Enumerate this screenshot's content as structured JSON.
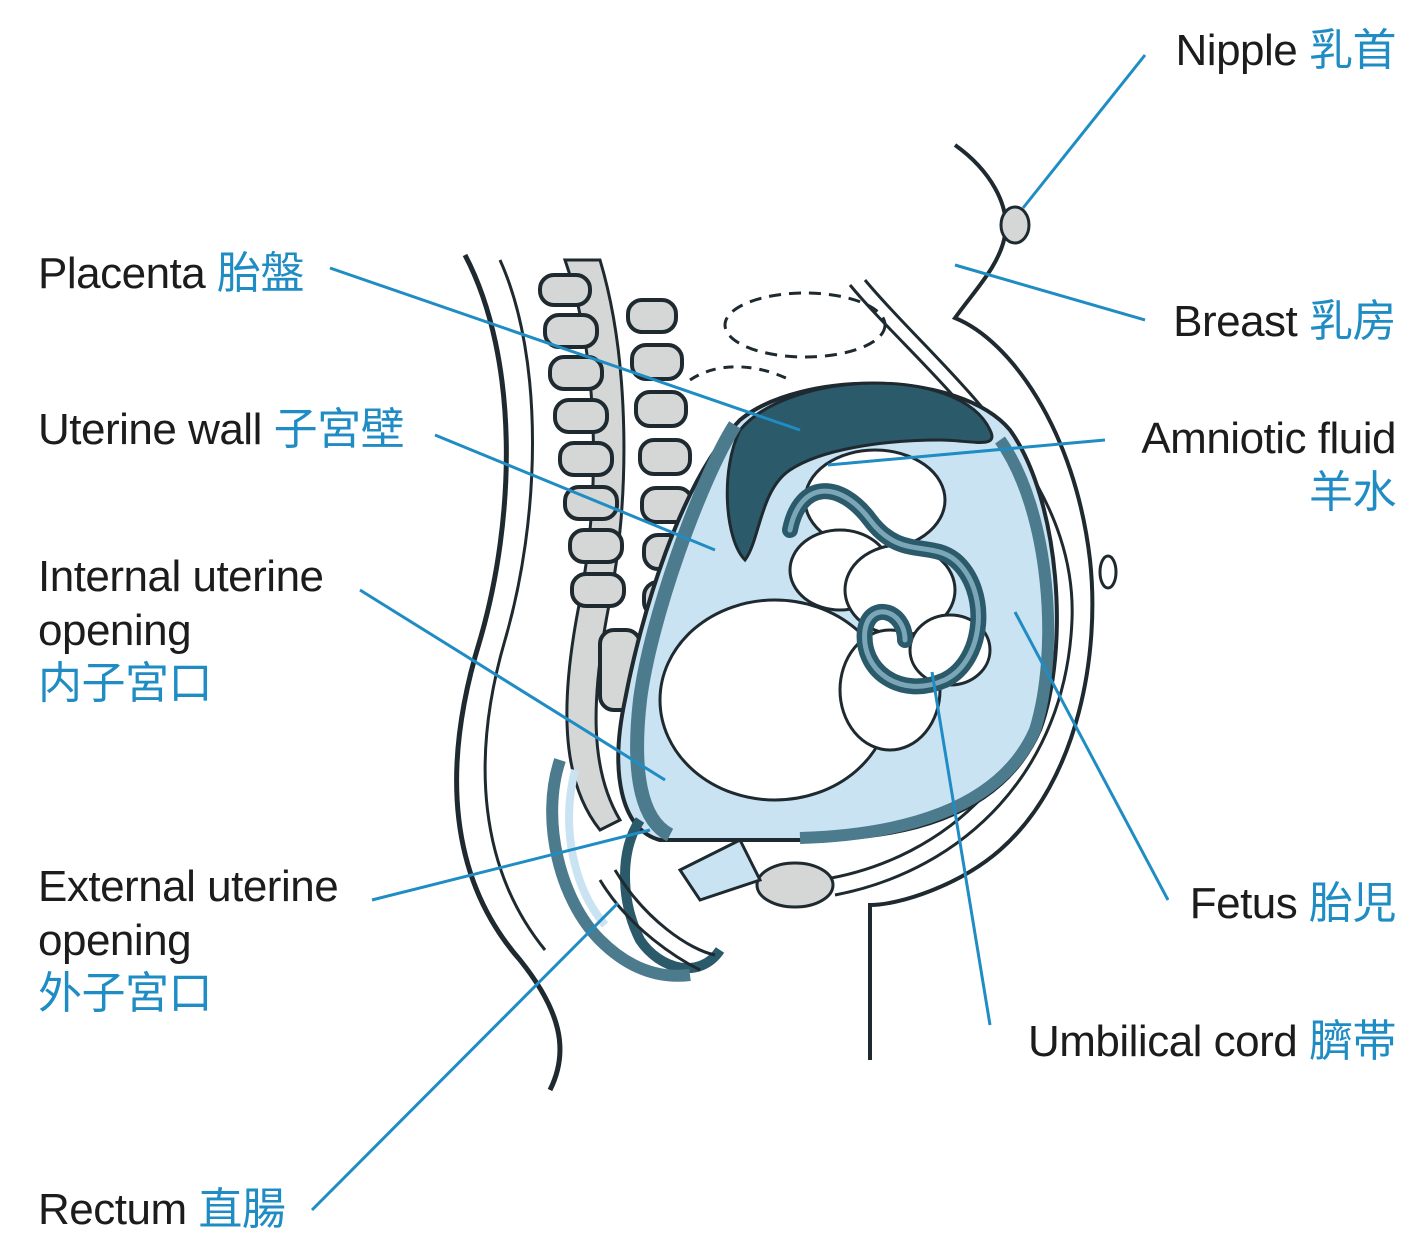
{
  "colors": {
    "leader": "#1f8cc4",
    "japanese_text": "#1f8cc4",
    "english_text": "#1c1c1c",
    "placenta": "#2b5a6b",
    "amniotic_fluid": "#c9e3f3",
    "outline": "#1e2a30",
    "bone": "#d4d7d6"
  },
  "labels": {
    "nipple": {
      "en": "Nipple",
      "jp": "乳首"
    },
    "placenta": {
      "en": "Placenta",
      "jp": "胎盤"
    },
    "breast": {
      "en": "Breast",
      "jp": "乳房"
    },
    "uterine_wall": {
      "en": "Uterine wall",
      "jp": "子宮壁"
    },
    "amniotic_fluid": {
      "en": "Amniotic fluid",
      "jp": "羊水"
    },
    "internal_opening": {
      "en_line1": "Internal uterine",
      "en_line2": "opening",
      "jp": "内子宮口"
    },
    "external_opening": {
      "en_line1": "External uterine",
      "en_line2": "opening",
      "jp": "外子宮口"
    },
    "fetus": {
      "en": "Fetus",
      "jp": "胎児"
    },
    "umbilical_cord": {
      "en": "Umbilical cord",
      "jp": "臍帯"
    },
    "rectum": {
      "en": "Rectum",
      "jp": "直腸"
    }
  }
}
